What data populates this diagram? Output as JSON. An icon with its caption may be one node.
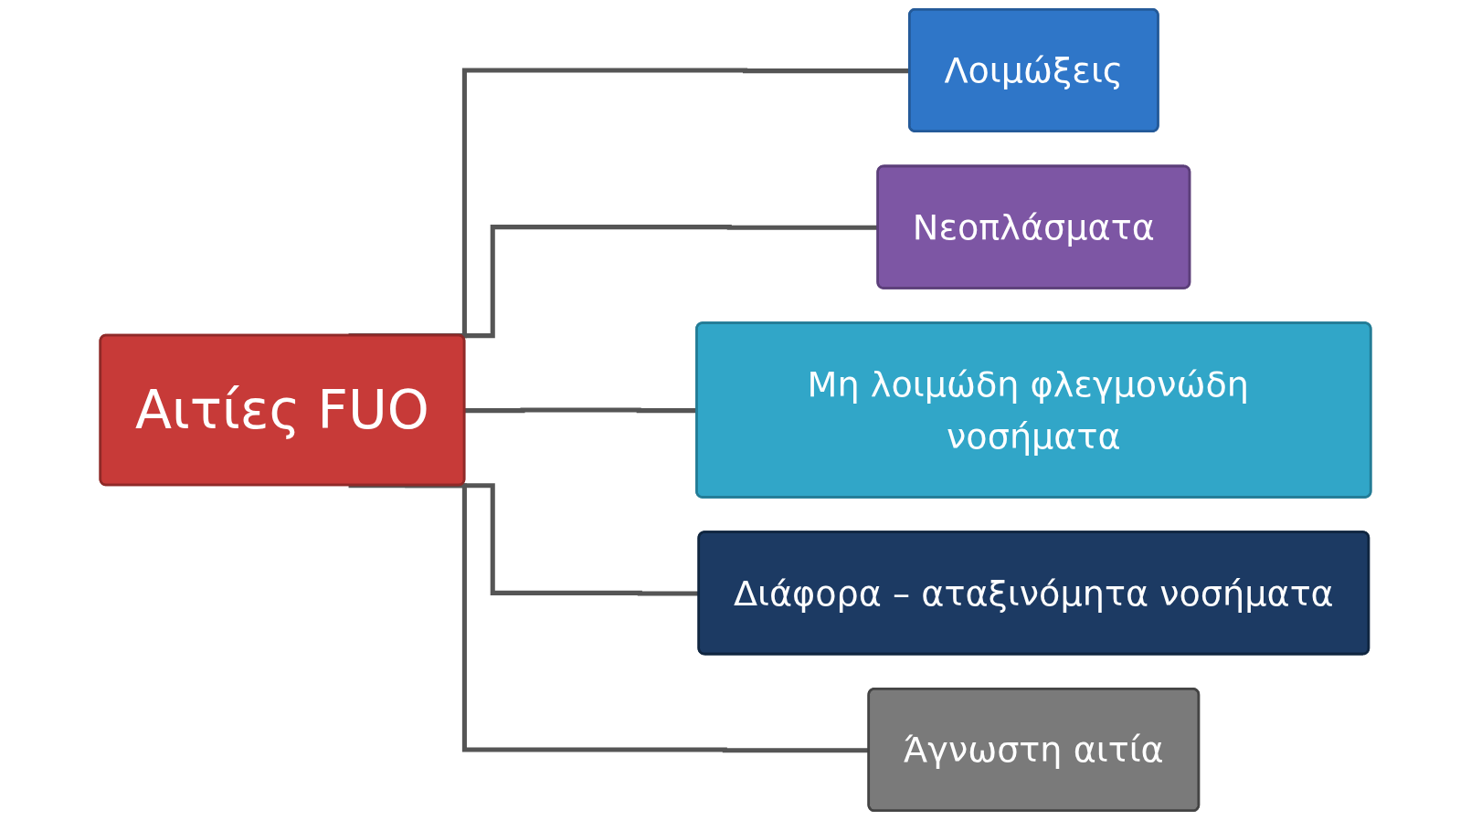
{
  "diagram": {
    "nodes": [
      {
        "text": [
          "Αιτίες FUO"
        ]
      },
      {
        "text": [
          "Λοιμώξεις"
        ]
      },
      {
        "text": [
          "Νεοπλάσματα"
        ]
      },
      {
        "text": [
          "Μη λοιμώδη φλεγμονώδη νοσήματα"
        ]
      },
      {
        "text": [
          "Διάφορα – αταξινόμητα νοσήματα"
        ]
      },
      {
        "text": [
          "Άγνωστη αιτία"
        ]
      }
    ],
    "edges": [
      {
        "from": 0,
        "to": 1,
        "arrow": "none"
      },
      {
        "from": 0,
        "to": 2,
        "arrow": "none"
      },
      {
        "from": 0,
        "to": 3,
        "arrow": "none"
      },
      {
        "from": 0,
        "to": 4,
        "arrow": "none"
      },
      {
        "from": 0,
        "to": 5,
        "arrow": "none"
      }
    ]
  }
}
